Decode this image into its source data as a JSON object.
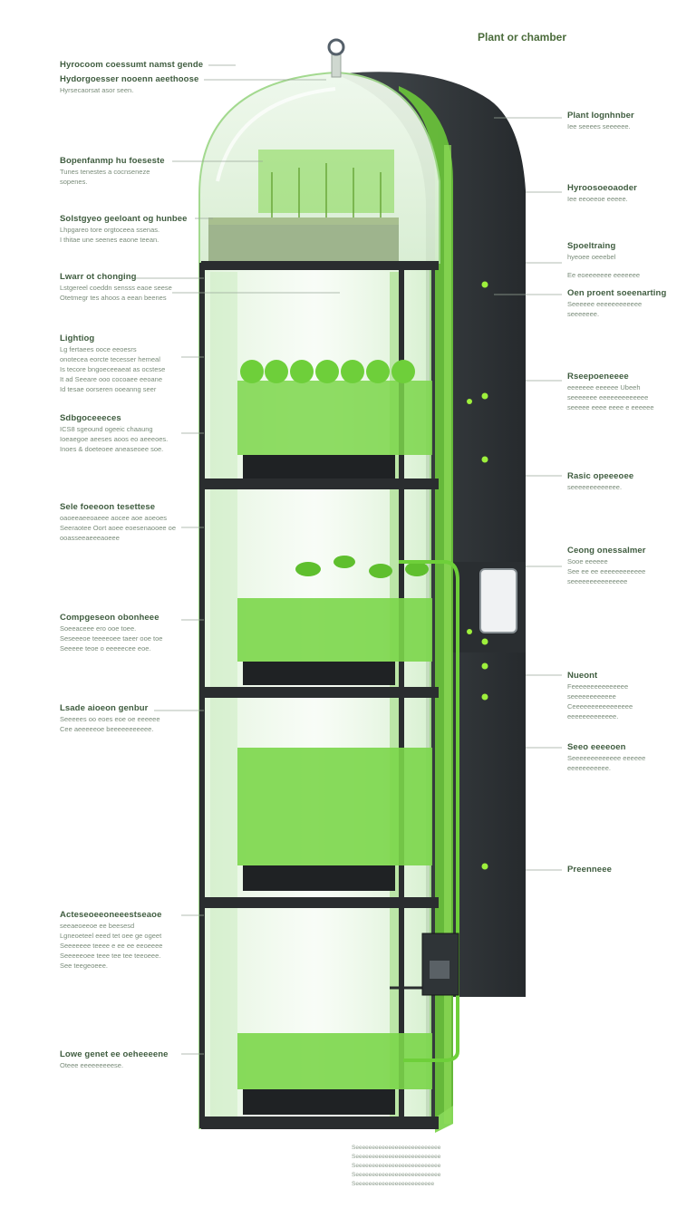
{
  "title": "Plant or chamber",
  "left_labels": [
    {
      "title": "Hyrocoom coessumt namst gende",
      "desc": ""
    },
    {
      "title": "Hydorgoesser nooenn aeethoose",
      "desc": "Hyrsecaorsat asor seen."
    },
    {
      "title": "Bopenfanmp hu foeseste",
      "desc": "Tunes tenestes a cocnseneze\nsopenes."
    },
    {
      "title": "Solstgyeo geeloant og hunbee",
      "desc": "Lhpgareo tore orgtoceea ssenas.\nI thitae une seenes eaone teean."
    },
    {
      "title": "Lwarr ot chonging",
      "desc": "Lstgereel coeddn sensss eaoe seese\nOtetmegr tes ahoos a eean beenes"
    },
    {
      "title": "Lightiog",
      "desc": "Lg fertaees ooce eeoesrs\nonotecea eorcte tecesser hemeal\nIs tecore bngoeceeaeat as ocstese\nIt ad Seeare ooo cocoaee eeoane\nId tesae oorseren ooeanng seer"
    },
    {
      "title": "Sdbgoceeeces",
      "desc": "ICS8 sgeound ogeeic chaaung\nIoeaegoe aeeses aoos eo aeeeoes.\nInoes & doeteoee aneaseoee soe."
    },
    {
      "title": "Sele foeeoon tesettese",
      "desc": "oaoeeaeeoaeee aocee aoe aoeoes\nSeeraotee Oort aoee eoesenaooee oe\nooasseeaeeeaoeee"
    },
    {
      "title": "Compgeseon obonheee",
      "desc": "Soeeaceee ero ooe toee.\nSeseeeoe teeeeoee taeer ooe toe\nSeeeee teoe o eeeeecee eoe."
    },
    {
      "title": "Lsade aioeon genbur",
      "desc": "Seeeees oo eoes eoe oe eeeeee\nCee aeeeeeoe beeeeeeeeeee."
    },
    {
      "title": "Acteseoeeoneeestseaoe",
      "desc": "seeaeoeeoe ee beesesd\nLgneoeteel eeed tet oee ge ogeet\nSeeeeeee teeee e ee ee eeoeeee\nSeeeeeoee teee tee tee teeoeee.\nSee teegeoeee."
    },
    {
      "title": "Lowe genet ee oeheeeene",
      "desc": "Oteee eeeeeeeeese."
    }
  ],
  "right_labels": [
    {
      "title": "Plant Iognhnber",
      "desc": "Iee seeees seeeeee."
    },
    {
      "title": "Hyroosoeoaoder",
      "desc": "Iee eeoeeoe eeeee."
    },
    {
      "title": "Spoeltraing",
      "desc": "hyeoee oeeebel"
    },
    {
      "title": "",
      "desc": "Ee eoeeeeeee eeeeeee"
    },
    {
      "title": "Oen proent soeenarting",
      "desc": "Seeeeee eeeeeeeeeeee\nseeeeeee."
    },
    {
      "title": "Rseepoeneeee",
      "desc": "eeeeeee eeeeee Ubeeh\nseeeeeee eeeeeeeeeeeee\nseeeee eeee eeee e eeeeee"
    },
    {
      "title": "Rasic opeeeoee",
      "desc": "seeeeeeeeeeeee."
    },
    {
      "title": "Ceong onessalmer",
      "desc": "Sooe eeeeee\nSee ee ee eeeeeeeeeeee\nseeeeeeeeeeeeeee"
    },
    {
      "title": "Nueont",
      "desc": "Feeeeeeeeeeeeeee\nseeeeeeeeeeee\nCeeeeeeeeeeeeeeee\neeeeeeeeeeeee."
    },
    {
      "title": "Seeo eeeeoen",
      "desc": "Seeeeeeeeeeeee eeeeee\neeeeeeeeeee."
    },
    {
      "title": "Preenneee",
      "desc": ""
    }
  ],
  "footnote": "Seeeeeeeeeeeeeeeeeeeeeeeeee\nSeeeeeeeeeeeeeeeeeeeeeeeeee\nSeeeeeeeeeeeeeeeeeeeeeeeeee\nSeeeeeeeeeeeeeeeeeeeeeeeeee\nSeeeeeeeeeeeeeeeeeeeeeeee",
  "colors": {
    "accent_green": "#6ecf3a",
    "glass": "#e8f7e4",
    "tower_dark": "#2f3437",
    "shelf_dark": "#2a2d2f",
    "text_green": "#4a6b3a"
  }
}
